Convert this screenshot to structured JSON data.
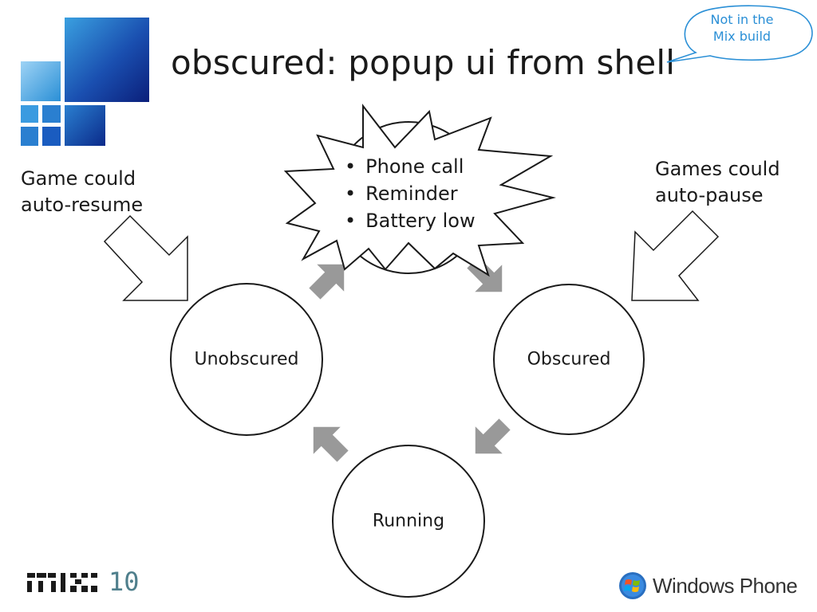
{
  "slide": {
    "title": "obscured: popup ui from shell",
    "callout": {
      "line1": "Not in the",
      "line2": "Mix build"
    },
    "left_note": {
      "line1": "Game could",
      "line2": "auto-resume"
    },
    "right_note": {
      "line1": "Games could",
      "line2": "auto-pause"
    },
    "states": {
      "unobscured": "Unobscured",
      "obscured": "Obscured",
      "running": "Running"
    },
    "popup_items": [
      "Phone call",
      "Reminder",
      "Battery low"
    ],
    "footer": {
      "mix_logo_marks": "MIX",
      "mix_logo_number": "10",
      "wp_logo_text": "Windows Phone"
    }
  },
  "colors": {
    "accent_blue": "#2a8fd6",
    "arrow_gray": "#999999",
    "tile_dark": "#0b1f7a",
    "tile_light": "#3aa0e0"
  }
}
